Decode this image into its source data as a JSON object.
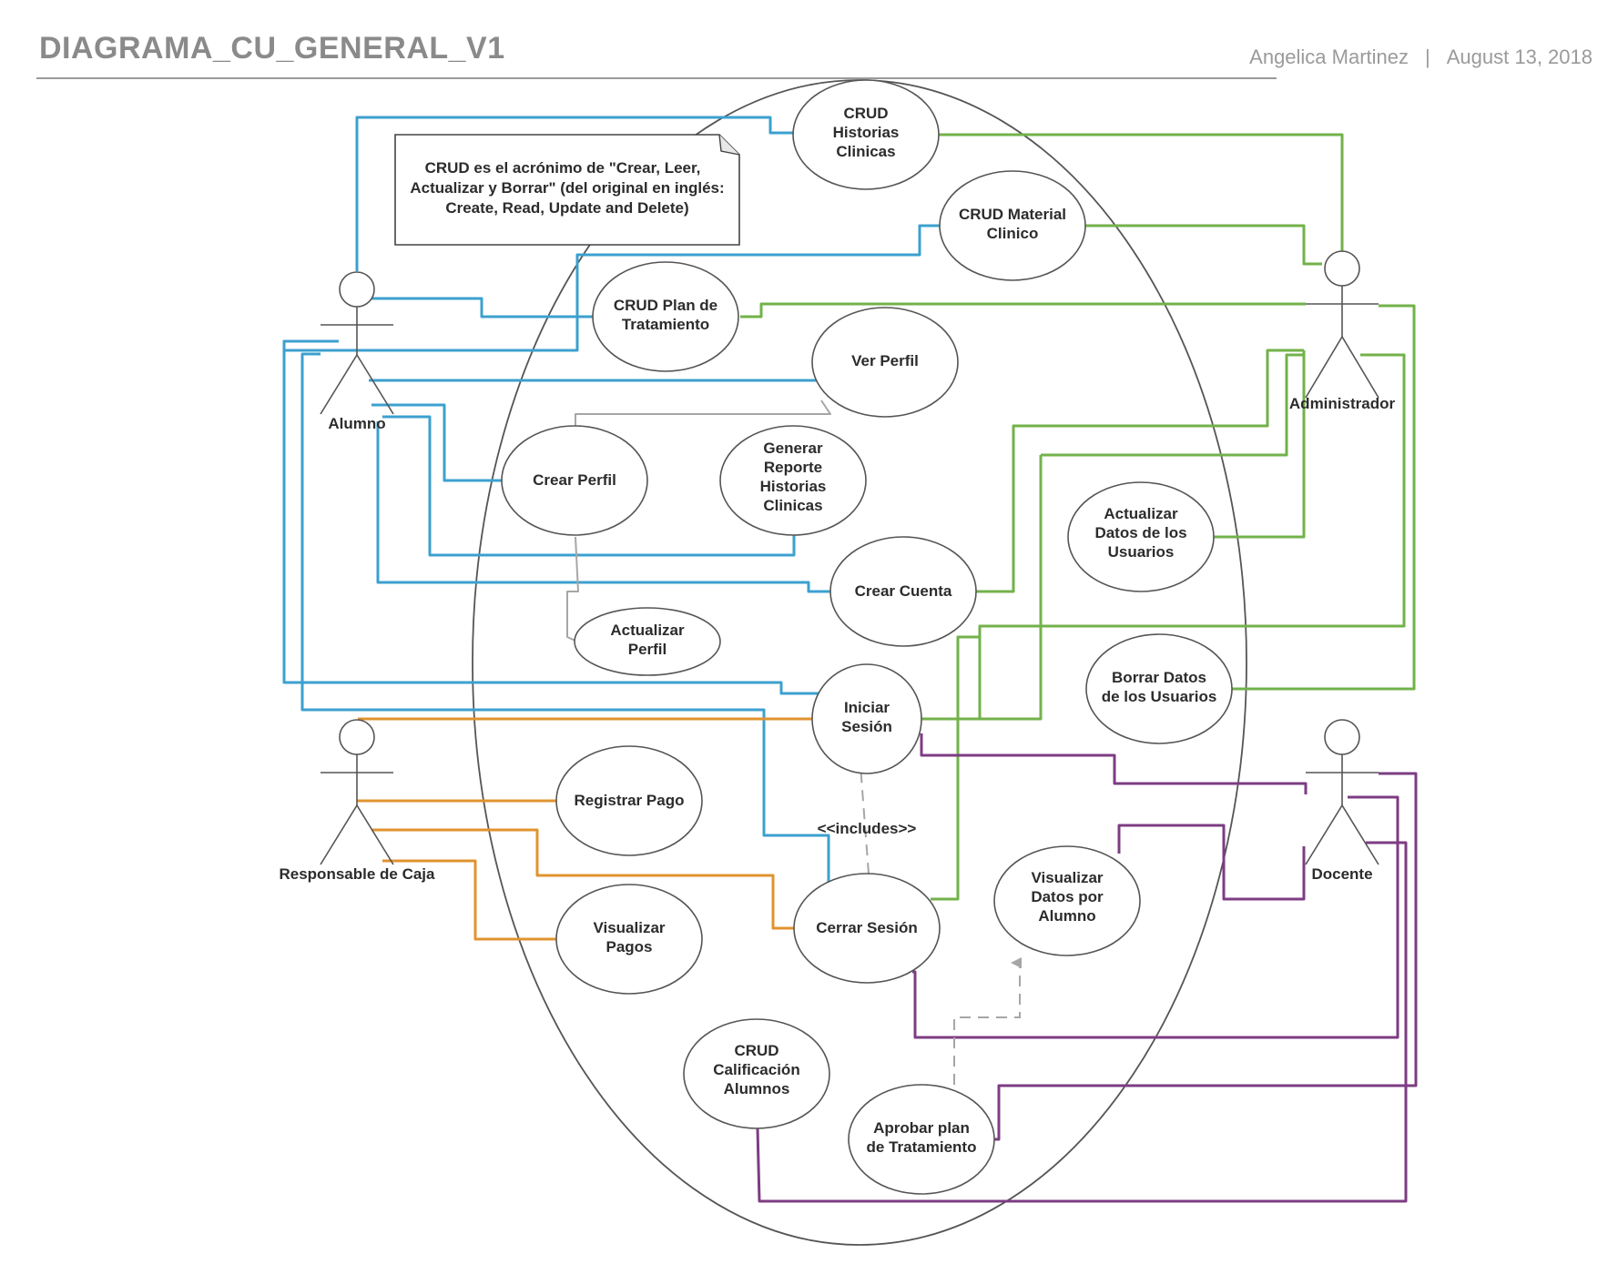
{
  "header": {
    "title": "DIAGRAMA_CU_GENERAL_V1",
    "author": "Angelica Martinez",
    "separator": "|",
    "date": "August 13, 2018"
  },
  "note": {
    "lines": [
      "CRUD es el acrónimo de \"Crear, Leer,",
      "Actualizar y Borrar\" (del original en inglés:",
      "Create, Read, Update and Delete)"
    ]
  },
  "actors": {
    "alumno": "Alumno",
    "administrador": "Administrador",
    "responsable_caja": "Responsable de Caja",
    "docente": "Docente"
  },
  "use_cases": {
    "crud_historias": [
      "CRUD",
      "Historias",
      "Clinicas"
    ],
    "crud_material": [
      "CRUD Material",
      "Clinico"
    ],
    "crud_plan": [
      "CRUD Plan de",
      "Tratamiento"
    ],
    "ver_perfil": [
      "Ver Perfil"
    ],
    "crear_perfil": [
      "Crear Perfil"
    ],
    "generar_reporte": [
      "Generar",
      "Reporte",
      "Historias",
      "Clinicas"
    ],
    "actualizar_datos": [
      "Actualizar",
      "Datos de los",
      "Usuarios"
    ],
    "crear_cuenta": [
      "Crear Cuenta"
    ],
    "actualizar_perfil": [
      "Actualizar",
      "Perfil"
    ],
    "borrar_datos": [
      "Borrar Datos",
      "de los Usuarios"
    ],
    "iniciar_sesion": [
      "Iniciar",
      "Sesión"
    ],
    "registrar_pago": [
      "Registrar Pago"
    ],
    "cerrar_sesion": [
      "Cerrar Sesión"
    ],
    "visualizar_datos": [
      "Visualizar",
      "Datos por",
      "Alumno"
    ],
    "visualizar_pagos": [
      "Visualizar",
      "Pagos"
    ],
    "crud_calificacion": [
      "CRUD",
      "Calificación",
      "Alumnos"
    ],
    "aprobar_plan": [
      "Aprobar plan",
      "de Tratamiento"
    ]
  },
  "relations": {
    "includes": "<<includes>>"
  },
  "colors": {
    "alumno_lines": "#3ca0cf",
    "administrador_lines": "#72b24a",
    "caja_lines": "#e0932f",
    "docente_lines": "#7d3c83",
    "dependency_lines": "#a6a6a6",
    "title": "#8a8a8a"
  }
}
